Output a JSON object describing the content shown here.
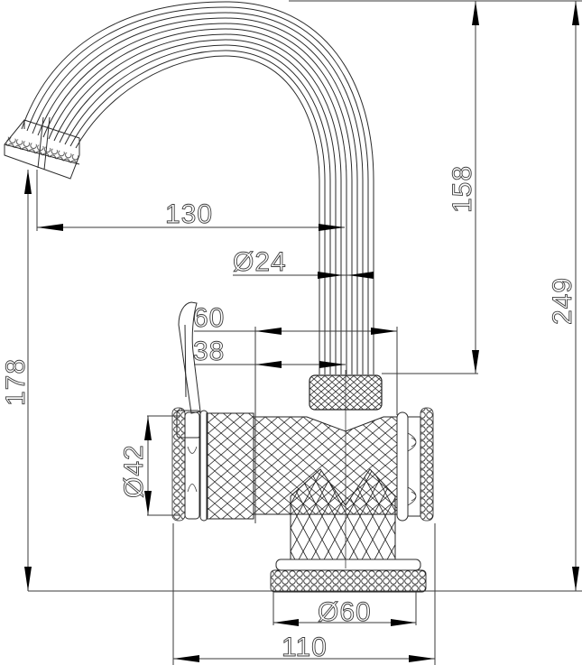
{
  "drawing": {
    "subject": "single-lever basin faucet with gooseneck spout",
    "units": "mm",
    "line_color": "#2a2a2a",
    "background": "#ffffff"
  },
  "dimensions": {
    "spout_reach": "130",
    "spout_height_above_body": "158",
    "overall_height": "249",
    "spout_outlet_height": "178",
    "spout_diameter": "Ø24",
    "handle_offset_60": "60",
    "handle_offset_38": "38",
    "body_diameter": "Ø42",
    "base_diameter": "Ø60",
    "overall_width": "110"
  }
}
